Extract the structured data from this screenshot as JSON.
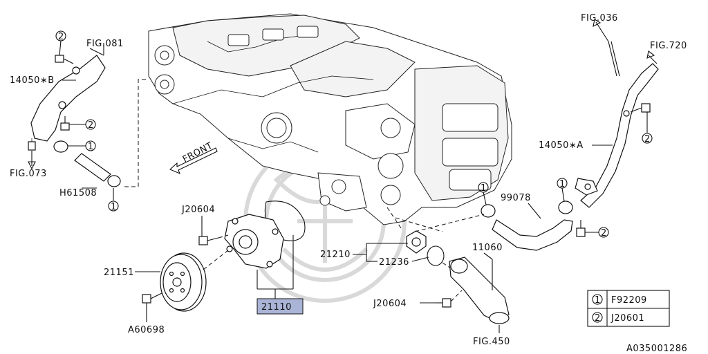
{
  "labels": {
    "fig081": "FIG.081",
    "fig073": "FIG.073",
    "fig036": "FIG.036",
    "fig720": "FIG.720",
    "fig450": "FIG.450",
    "p14050b": "14050∗B",
    "p14050a": "14050∗A",
    "h61508": "H61508",
    "j20604_top": "J20604",
    "j20604_bottom": "J20604",
    "p21151": "21151",
    "p21110": "21110",
    "p21210": "21210",
    "p21236": "21236",
    "p11060": "11060",
    "p99078": "99078",
    "a60698": "A60698",
    "front": "FRONT",
    "code": "A035001286"
  },
  "callouts": [
    "1",
    "2"
  ],
  "legend": [
    {
      "ref": "1",
      "part": "F92209"
    },
    {
      "ref": "2",
      "part": "J20601"
    }
  ],
  "highlight_color": "#a9b4d6"
}
